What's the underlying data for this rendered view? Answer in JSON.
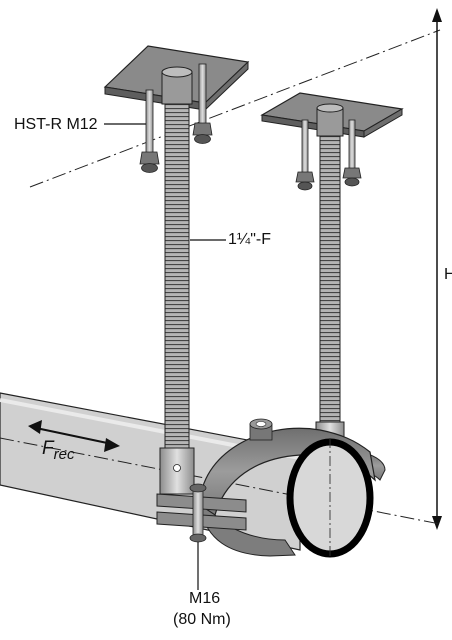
{
  "labels": {
    "anchor": "HST-R M12",
    "pipe_size": "1¼\"-F",
    "height_symbol": "H",
    "force_symbol": "F",
    "force_subscript": "rec",
    "bolt": "M16",
    "torque": "(80 Nm)"
  },
  "colors": {
    "metal_dark": "#7a7a7a",
    "metal_mid": "#a6a6a6",
    "metal_light": "#cfcfcf",
    "pipe_fill": "#d4d4d4",
    "outline": "#1a1a1a"
  }
}
